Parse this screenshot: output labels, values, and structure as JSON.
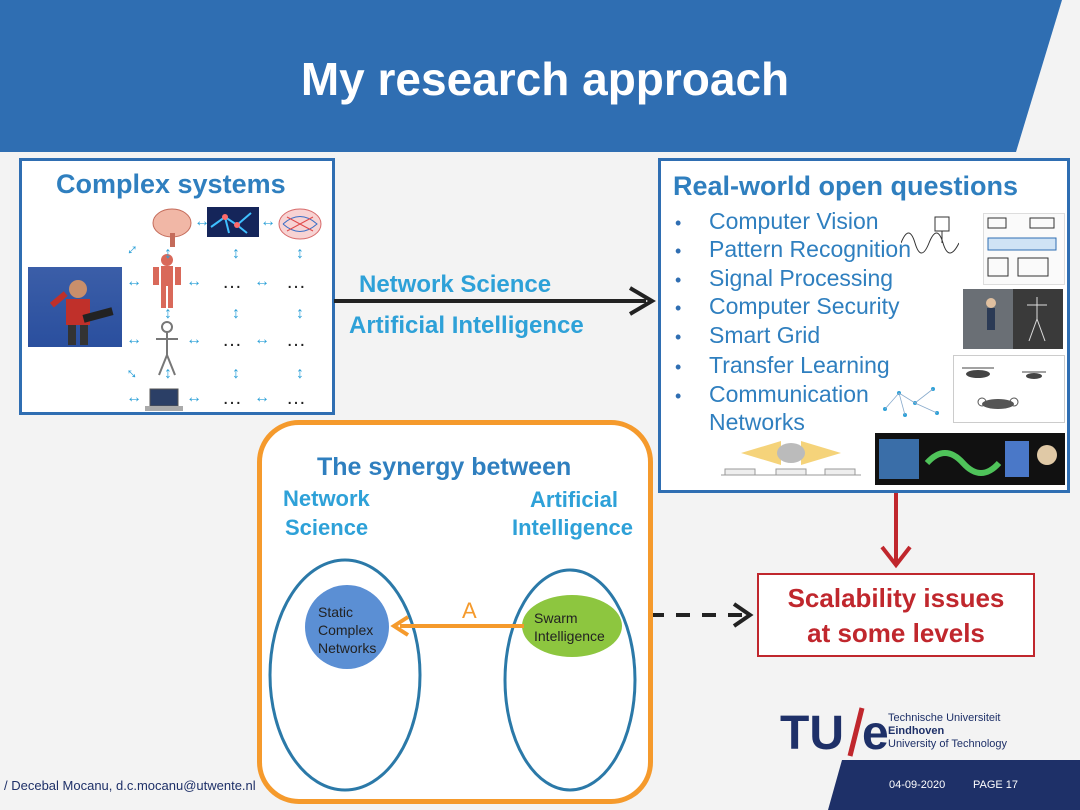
{
  "slide": {
    "title": "My research approach",
    "colors": {
      "header": "#2f6eb2",
      "accent_orange": "#f59a2c",
      "accent_red": "#c0272d",
      "text_blue": "#2f7fbf"
    }
  },
  "complex_systems": {
    "title": "Complex systems",
    "dots": "…"
  },
  "arrow_labels": {
    "network_science": "Network Science",
    "artificial_intelligence": "Artificial Intelligence"
  },
  "questions": {
    "title": "Real-world open questions",
    "items": [
      "Computer Vision",
      "Pattern Recognition",
      "Signal Processing",
      "Computer Security",
      "Smart Grid",
      "Transfer Learning",
      "Communication",
      "Networks"
    ]
  },
  "synergy": {
    "title": "The synergy between",
    "left_label_1": "Network",
    "left_label_2": "Science",
    "right_label_1": "Artificial",
    "right_label_2": "Intelligence",
    "static_1": "Static",
    "static_2": "Complex",
    "static_3": "Networks",
    "swarm_1": "Swarm",
    "swarm_2": "Intelligence",
    "arrow_letter": "A"
  },
  "scalability": {
    "line1": "Scalability issues",
    "line2": "at some levels"
  },
  "logo": {
    "mark_tu": "TU",
    "mark_e": "e",
    "line1": "Technische Universiteit",
    "line2": "Eindhoven",
    "line3": "University of Technology"
  },
  "footer": {
    "author": "/ Decebal Mocanu, d.c.mocanu@utwente.nl",
    "date": "04-09-2020",
    "page": "PAGE 17"
  }
}
